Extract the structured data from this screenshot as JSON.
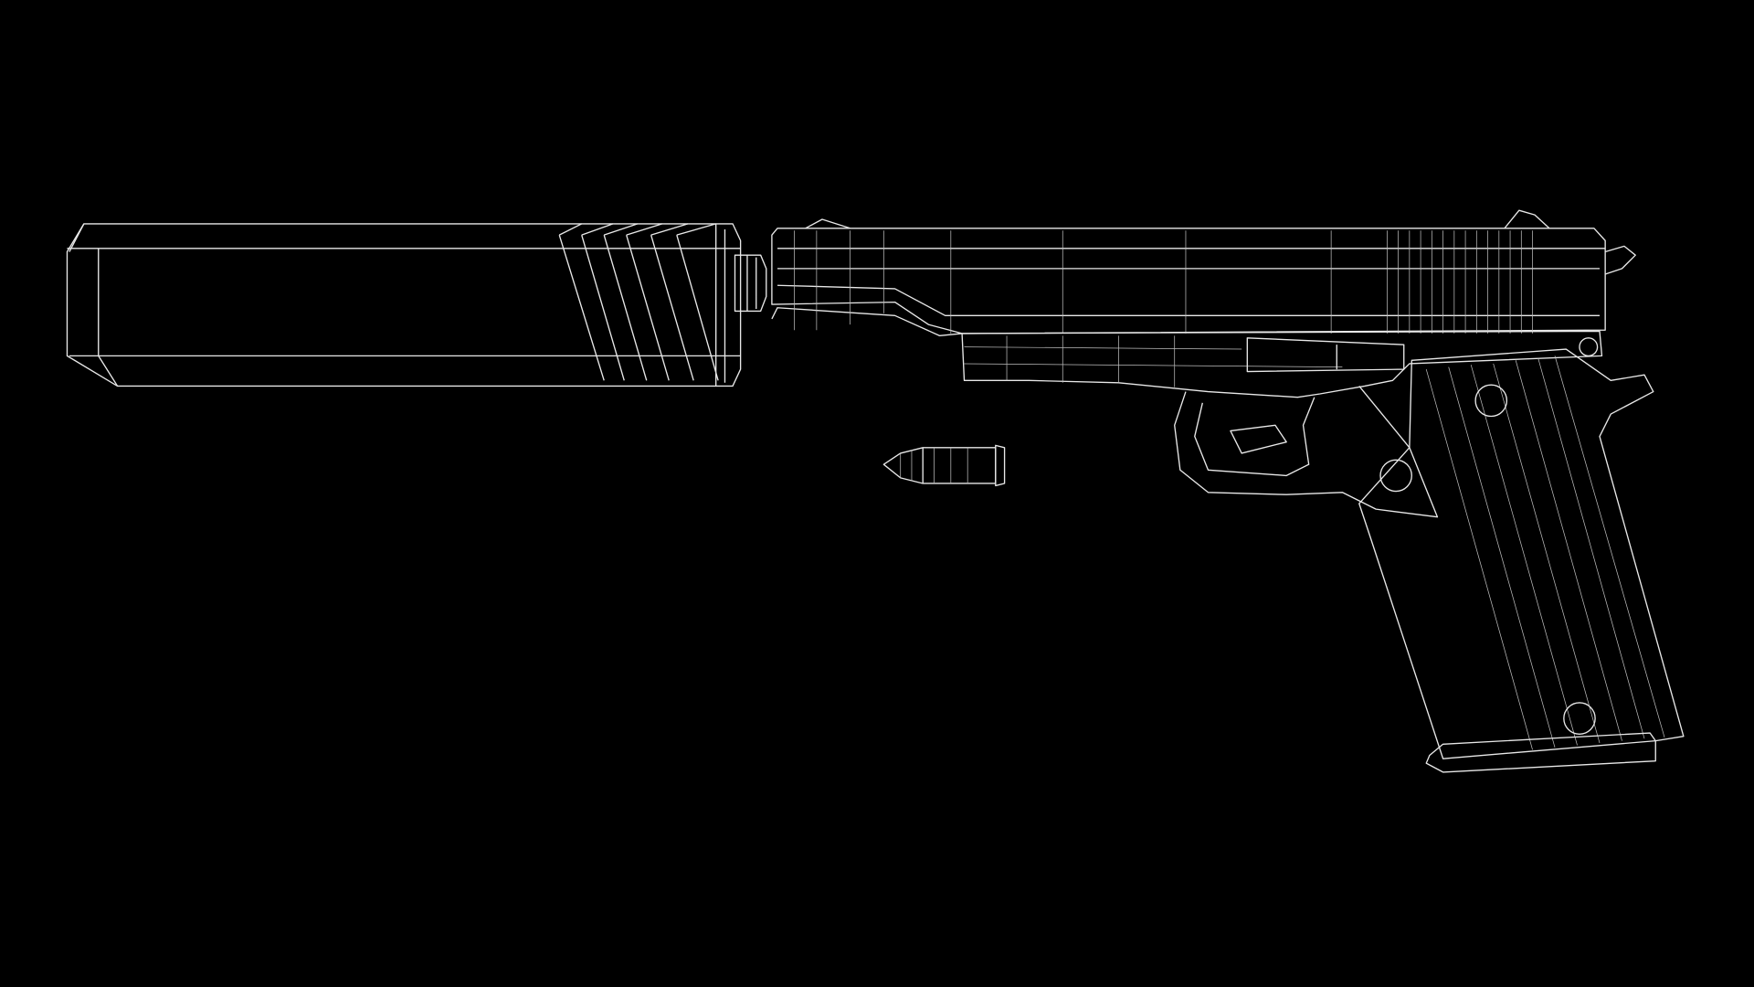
{
  "scene": {
    "style": "wireframe render",
    "colors": {
      "background": "#000000",
      "wire": "#e8e8e8",
      "wire_dim": "#bdbdbd"
    },
    "objects": [
      "suppressor",
      "pistol",
      "cartridge"
    ]
  }
}
